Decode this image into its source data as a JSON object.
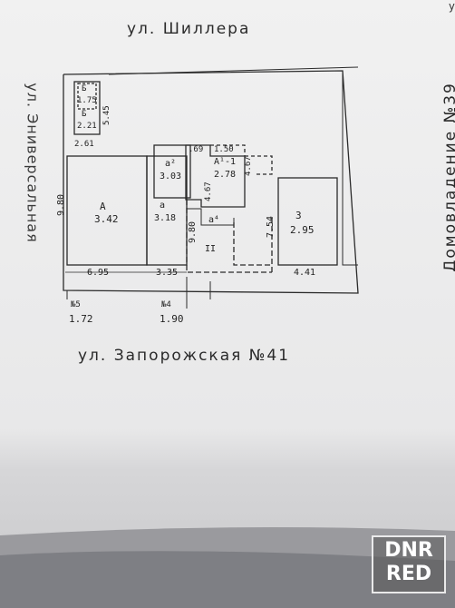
{
  "streets": {
    "top": "ул. Шиллера",
    "bottom": "ул. Запорожская  №41",
    "left": "ул. Эниверсальная",
    "right": "Домовладение  №39"
  },
  "rooms": {
    "A": {
      "name": "А",
      "value": "3.42"
    },
    "a": {
      "name": "а",
      "value": "3.18"
    },
    "a2": {
      "name": "а²",
      "value": "3.03"
    },
    "A1": {
      "name": "А¹-1",
      "value": "2.78"
    },
    "Z": {
      "name": "З",
      "value": "2.95"
    },
    "B1": {
      "name": "Б",
      "value": "1.75"
    },
    "B2": {
      "name": "Б",
      "value": "2.21"
    },
    "a4": {
      "name": "а⁴"
    },
    "yard": {
      "name": "II"
    }
  },
  "dimensions": {
    "d980": "9.80",
    "d695": "6.95",
    "d335": "3.35",
    "d261": "2.61",
    "d545": "5.45",
    "d69": ".69",
    "d150": "1.50",
    "d467a": "4.67",
    "d467b": "4.67",
    "d980b": "9.80",
    "d754": "7.54",
    "d441": "4.41"
  },
  "neighbors": {
    "n5": {
      "label": "№5",
      "value": "1.72"
    },
    "n4": {
      "label": "№4",
      "value": "1.90"
    }
  },
  "watermark": {
    "line1": "DNR",
    "line2": "RED"
  },
  "corner_mark": "у"
}
